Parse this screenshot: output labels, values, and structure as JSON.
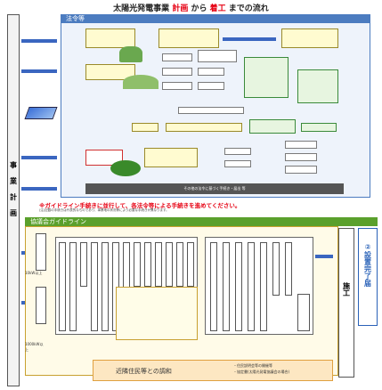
{
  "title": {
    "prefix": "太陽光発電事業",
    "plan": "計画",
    "mid": "から",
    "start": "着工",
    "suffix": "までの流れ"
  },
  "left_bar": {
    "chars": [
      "事",
      "業",
      "計",
      "画"
    ]
  },
  "law_section": {
    "label": "法令等",
    "footnote": "その他の法令に基づく手続き・届出 等"
  },
  "guideline": {
    "note": "※ガイドライン手続きに並行して、各法令等による手続きを進めてください。",
    "note_small": "(注)記載の手続きは代表的なものであり、事業地の状況等により必要な手続きが異なります。",
    "label": "協議会ガイドライン"
  },
  "side_labels": {
    "small": "10kW以上",
    "large": "1000kW以上"
  },
  "kouji": "施工",
  "kanryo": "②設置完了届",
  "konwa": {
    "label": "近隣住民等との調和",
    "notes": [
      "・住民説明会等の開催等",
      "・協定書(太陽光発電協議会の場合)"
    ]
  },
  "colors": {
    "accent": "#e60012",
    "law": "#4c7cc0",
    "guide": "#5aa02c"
  }
}
